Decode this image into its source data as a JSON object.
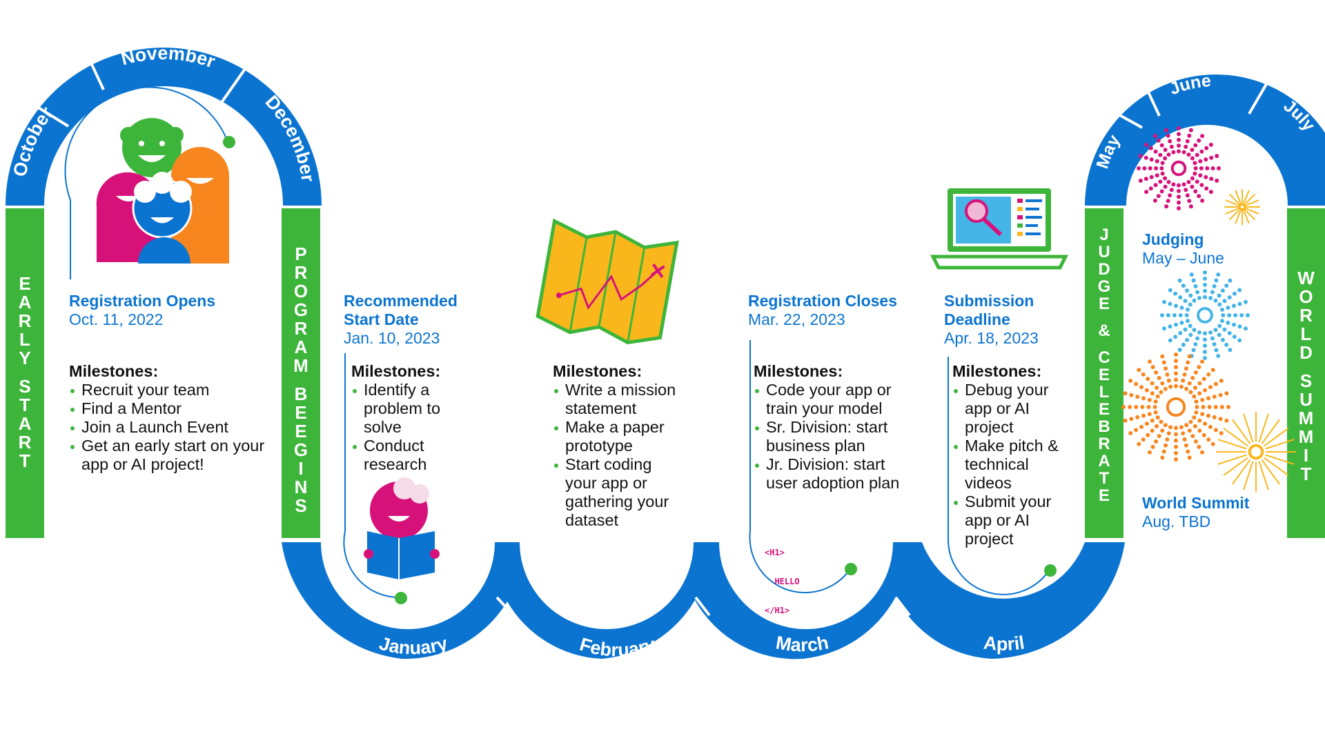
{
  "months": {
    "october": "October",
    "november": "November",
    "december": "December",
    "january": "January",
    "february": "February",
    "march": "March",
    "april": "April",
    "may": "May",
    "june": "June",
    "july": "July"
  },
  "pillars": {
    "early_start": "EARLY START",
    "program_begins": "PROGRAM BEEGINS",
    "judge_celebrate": "JUDGE & CELEBRATE",
    "world_summit": "WORLD SUMMIT"
  },
  "events": {
    "registration_opens": {
      "title": "Registration Opens",
      "date": "Oct. 11, 2022"
    },
    "recommended_start": {
      "title_line1": "Recommended",
      "title_line2": "Start Date",
      "date": "Jan. 10, 2023"
    },
    "registration_closes": {
      "title": "Registration Closes",
      "date": "Mar. 22, 2023"
    },
    "submission_deadline": {
      "title_line1": "Submission",
      "title_line2": "Deadline",
      "date": "Apr. 18, 2023"
    },
    "judging": {
      "title": "Judging",
      "date": "May – June"
    },
    "world_summit": {
      "title": "World Summit",
      "date": "Aug. TBD"
    }
  },
  "milestones": {
    "heading": "Milestones:",
    "early": [
      "Recruit your team",
      "Find a Mentor",
      "Join a Launch Event",
      "Get an early start on your app or AI project!"
    ],
    "january": [
      "Identify a problem to solve",
      "Conduct research"
    ],
    "february": [
      "Write a mission statement",
      "Make a paper prototype",
      "Start coding your app or gathering your dataset"
    ],
    "march": [
      "Code your app or train your model",
      "Sr. Division: start business plan",
      "Jr. Division: start user adoption plan"
    ],
    "april": [
      "Debug your app or AI project",
      "Make pitch & technical videos",
      "Submit your app or AI project"
    ]
  },
  "code_snippet": [
    "<H1>",
    "  HELLO",
    "</H1>"
  ],
  "colors": {
    "blue": "#0b74d0",
    "green": "#3db53a",
    "magenta": "#d6127a",
    "orange": "#f7861f",
    "light_blue": "#45b4e6",
    "yellow": "#f9b71c"
  },
  "icons": [
    "team-illustration-icon",
    "treasure-map-icon",
    "laptop-search-icon",
    "reading-child-icon",
    "html-code-icon",
    "fireworks-icon"
  ]
}
